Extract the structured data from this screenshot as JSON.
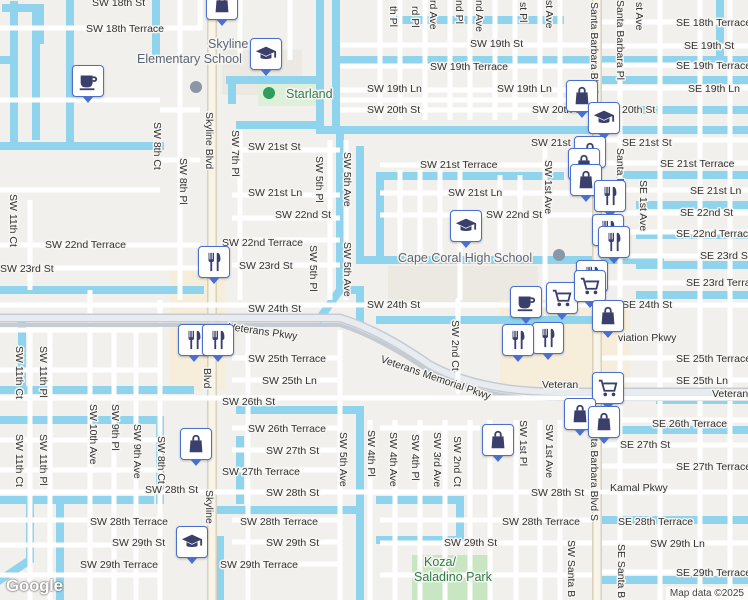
{
  "map": {
    "colors": {
      "land": "#f2f0ec",
      "water": "#8fd3ec",
      "road": "#ffffff",
      "arterial": "#e9e2cf",
      "park": "#c8e6c1",
      "school_area": "#ece9e3",
      "pin_border": "#4a6fd0",
      "pin_icon": "#3b3f6b"
    },
    "labels": {
      "sw18th_st_top": "SW 18th St",
      "sw18th_terrace_left": "SW 18th Terrace",
      "skyline": "Skyline",
      "elementary_school": "Elementary School",
      "starland": "Starland",
      "sw19th_st": "SW 19th St",
      "sw19th_terrace": "SW 19th Terrace",
      "sw19th_ln": "SW 19th Ln",
      "sw20th_st": "SW 20th St",
      "sw20th_st_b": "SW 20th St",
      "sw21st_st_left": "SW 21st St",
      "sw21st_st_mid": "SW 21st St",
      "sw21st_terrace": "SW 21st Terrace",
      "sw21st_ln_left": "SW 21st Ln",
      "sw21st_ln_mid": "SW 21st Ln",
      "sw22nd_st_left": "SW 22nd St",
      "sw22nd_st_mid": "SW 22nd St",
      "sw22nd_terrace_left": "SW 22nd Terrace",
      "sw22nd_terrace_mid": "SW 22nd Terrace",
      "sw23rd_st_left": "SW 23rd St",
      "sw23rd_st_mid": "SW 23rd St",
      "cape_coral_high_school": "Cape Coral High School",
      "sw24th_st_left": "SW 24th St",
      "sw24th_st_mid": "SW 24th St",
      "veterans_pkwy": "Veterans Pkwy",
      "veterans_memorial_pkwy": "Veterans Memorial Pkwy",
      "veterans_right": "Veteran",
      "veterans_far_right": "Veteran",
      "sw25th_terrace": "SW 25th Terrace",
      "sw25th_ln": "SW 25th Ln",
      "sw26th_st": "SW 26th St",
      "sw26th_terrace": "SW 26th Terrace",
      "sw27th_st": "SW 27th St",
      "sw27th_terrace": "SW 27th Terrace",
      "sw28th_st_left": "SW 28th St",
      "sw28th_st_right": "SW 28th St",
      "sw28th_terrace_left": "SW 28th Terrace",
      "sw28th_terrace_mid": "SW 28th Terrace",
      "sw28th_terrace_right": "SW 28th Terrace",
      "sw29th_st_left": "SW 29th St",
      "sw29th_st_mid": "SW 29th St",
      "sw29th_st_right": "SW 29th St",
      "sw29th_terrace_left": "SW 29th Terrace",
      "sw29th_terrace_right": "SW 29th Terrace",
      "sw29th_ln_right": "SW 29th Ln",
      "se21st_st": "SE 21st St",
      "se21st_terrace": "SE 21st Terrace",
      "se21st_ln": "SE 21st Ln",
      "se22nd_st": "SE 22nd St",
      "se22nd_terrace": "SE 22nd Terrace",
      "se23rd_st": "SE 23rd St",
      "se23rd_terrace": "SE 23rd Terrace",
      "se24th_st": "SE 24th St",
      "se25th_terrace": "SE 25th Terrace",
      "se25th_ln": "SE 25th Ln",
      "se26th_terrace": "SE 26th Terrace",
      "se27th_st": "SE 27th St",
      "se27th_terrace": "SE 27th Terrace",
      "se28th_terrace": "SE 28th Terrace",
      "se29th_terrace": "SE 29th Terrace",
      "se18th_terrace": "SE 18th Terrace",
      "se19th_st": "SE 19th St",
      "se19th_terrace": "SE 19th Terrace",
      "se19th_ln": "SE 19th Ln",
      "se20th": "20th St",
      "kamal_pkwy": "Kamal Pkwy",
      "aviation_pkwy": "viation Pkwy",
      "koza_park_1": "Koza/",
      "koza_park_2": "Saladino Park",
      "skyline_blvd_top": "Skyline Blvd",
      "skyline_blvd_bottom": "Skyline",
      "skyline_blvd_mid": "Blvd",
      "santa_barbara_blvd": "Santa Barbara Blvd S",
      "santa_barbara_pl": "Santa Barbara Pl",
      "sw_santa_b": "SW Santa B",
      "se_santa_b": "SE Santa B",
      "sw8th_ct_top": "SW 8th Ct",
      "sw8th_pl_top": "SW 8th Pl",
      "sw7th_pl_top": "SW 7th Pl",
      "sw5th_pl_top": "SW 5th Pl",
      "sw5th_pl_mid": "SW 5th Pl",
      "sw5th_ave_top": "SW 5th Ave",
      "sw5th_ave_mid": "SW 5th Ave",
      "sw5th_ave_low": "SW 5th Ave",
      "sw11th_ct_left": "SW 11th Ct",
      "sw11th_ct_mid": "SW 11th Ct",
      "sw11th_ct_low": "SW 11th Ct",
      "sw11th_pl_mid": "SW 11th Pl",
      "sw11th_pl_low": "SW 11th Pl",
      "sw10th_ave": "SW 10th Ave",
      "sw9th_pl": "SW 9th Pl",
      "sw9th_ave": "SW 9th Ave",
      "sw8th_ct_low": "SW 8th Ct",
      "sw4th_pl": "SW 4th Pl",
      "sw4th_ave": "SW 4th Ave",
      "sw3rd_ave": "SW 3rd Ave",
      "sw2nd_ct_mid": "SW 2nd Ct",
      "sw2nd_ct_low": "SW 2nd Ct",
      "sw1st_ave_top": "SW 1st Ave",
      "sw1st_ave_low": "SW 1st Ave",
      "sw1st_pl_low": "SW 1st Pl",
      "se1st_ave": "SE 1st Ave",
      "santa_barbara_pl_2": "Santa Ba",
      "top_pl": "th Pl",
      "top_rd": "rd Pl",
      "top_ave": "rd Ave",
      "top_nd": "nd Pl",
      "top_2ndave": "nd Ave",
      "top_1stpl": "st Pl",
      "top_1stave": "st Ave"
    },
    "pins": [
      {
        "kind": "shopping",
        "icon": "shopping-bag-icon"
      },
      {
        "kind": "school",
        "icon": "graduation-cap-icon"
      },
      {
        "kind": "cafe",
        "icon": "coffee-cup-icon"
      },
      {
        "kind": "shopping",
        "icon": "shopping-bag-icon"
      },
      {
        "kind": "school",
        "icon": "graduation-cap-icon"
      },
      {
        "kind": "shopping",
        "icon": "shopping-bag-icon"
      },
      {
        "kind": "shopping",
        "icon": "shopping-bag-icon"
      },
      {
        "kind": "shopping",
        "icon": "shopping-bag-icon"
      },
      {
        "kind": "restaurant",
        "icon": "fork-knife-icon"
      },
      {
        "kind": "school",
        "icon": "graduation-cap-icon"
      },
      {
        "kind": "restaurant",
        "icon": "fork-knife-icon"
      },
      {
        "kind": "restaurant",
        "icon": "fork-knife-icon"
      },
      {
        "kind": "restaurant",
        "icon": "fork-knife-icon"
      },
      {
        "kind": "restaurant",
        "icon": "fork-knife-icon"
      },
      {
        "kind": "grocery",
        "icon": "shopping-cart-icon"
      },
      {
        "kind": "grocery",
        "icon": "shopping-cart-icon"
      },
      {
        "kind": "cafe",
        "icon": "coffee-cup-icon"
      },
      {
        "kind": "restaurant",
        "icon": "fork-knife-icon"
      },
      {
        "kind": "restaurant",
        "icon": "fork-knife-icon"
      },
      {
        "kind": "shopping",
        "icon": "shopping-bag-icon"
      },
      {
        "kind": "grocery",
        "icon": "shopping-cart-icon"
      },
      {
        "kind": "shopping",
        "icon": "shopping-bag-icon"
      },
      {
        "kind": "shopping",
        "icon": "shopping-bag-icon"
      },
      {
        "kind": "shopping",
        "icon": "shopping-bag-icon"
      },
      {
        "kind": "shopping",
        "icon": "shopping-bag-icon"
      },
      {
        "kind": "school",
        "icon": "graduation-cap-icon"
      }
    ]
  },
  "footer": {
    "google_logo": "Google",
    "attribution": "Map data ©2025"
  }
}
